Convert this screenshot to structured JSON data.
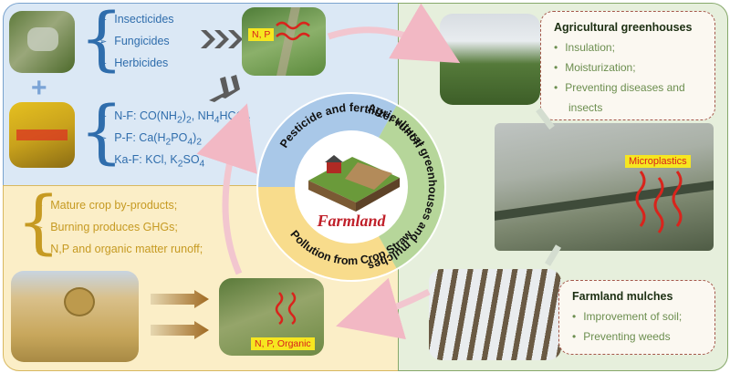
{
  "pesticides": [
    "Insecticides",
    "Fungicides",
    "Herbicides"
  ],
  "fertilizers": [
    {
      "prefix": "N-F: CO(NH",
      "sub1": "2",
      "mid": ")",
      "sub2": "2",
      "suffix": ", NH",
      "sub3": "4",
      "tail": "HCO",
      "sub4": "3"
    },
    {
      "prefix": "P-F: Ca(H",
      "sub1": "2",
      "mid": "PO",
      "sub2": "4",
      "suffix": ")",
      "sub3": "2"
    },
    {
      "prefix": "Ka-F: KCl, K",
      "sub1": "2",
      "mid": "SO",
      "sub2": "4"
    }
  ],
  "plus": "+",
  "runoff_label_np": "N, P",
  "straw_items": [
    "Mature crop by-products;",
    "Burning produces GHGs;",
    "N,P and organic matter runoff;"
  ],
  "straw_label": "N, P, Organic",
  "center": {
    "label": "Farmland",
    "blue_text": "Pesticide and fertilizer runoff",
    "yellow_text": "Pollution from Crop Straw",
    "green_text": "Agricultural greenhouses and mulches"
  },
  "greenhouses": {
    "title": "Agricultural greenhouses",
    "items": [
      "Insulation;",
      "Moisturization;",
      "Preventing diseases and",
      "insects"
    ]
  },
  "microplastics": "Microplastics",
  "mulches": {
    "title": "Farmland mulches",
    "items": [
      "Improvement of soil;",
      "Preventing weeds"
    ]
  },
  "colors": {
    "blue_panel": "#dbe8f5",
    "yellow_panel": "#fbeec7",
    "green_panel": "#e6efdc",
    "center_label": "#c0202a"
  }
}
